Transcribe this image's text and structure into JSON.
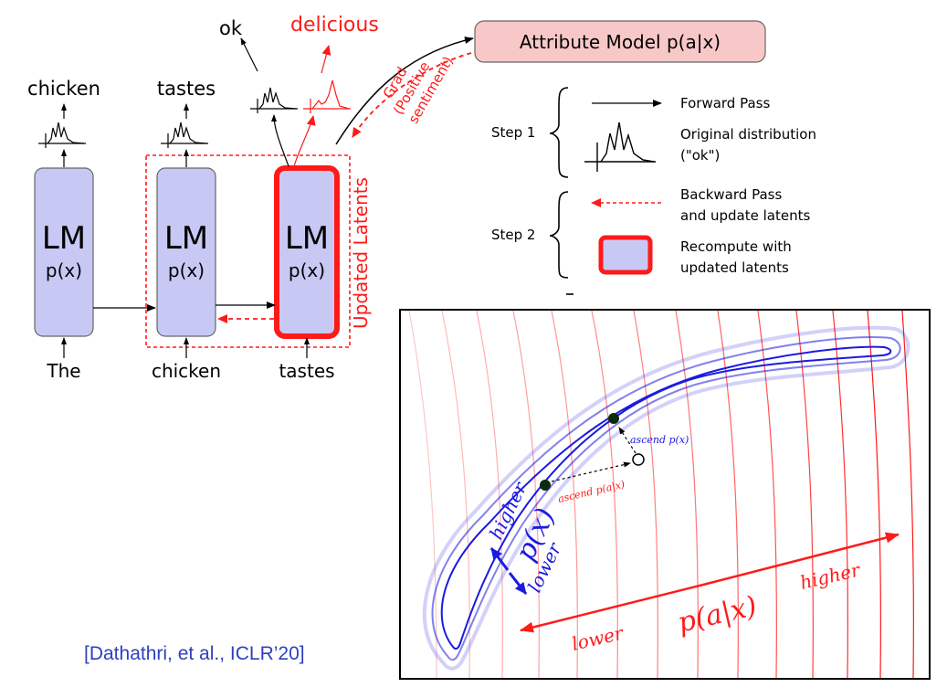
{
  "colors": {
    "lm_fill": "#c8c8f4",
    "accent_red": "#ff1a1a",
    "attr_fill": "#f8c8c8",
    "contour_blue": "#1a1ae0"
  },
  "lm_blocks": [
    {
      "title": "LM",
      "sub": "p(x)",
      "input": "The",
      "output": "chicken"
    },
    {
      "title": "LM",
      "sub": "p(x)",
      "input": "chicken",
      "output": "tastes"
    },
    {
      "title": "LM",
      "sub": "p(x)",
      "input": "tastes"
    }
  ],
  "outputs": {
    "original": "ok",
    "updated": "delicious"
  },
  "attribute_model": "Attribute Model p(a|x)",
  "grad_label": [
    "Grad",
    "(Positive",
    "sentiment)"
  ],
  "updated_latents": "Updated Latents",
  "legend": {
    "step1": "Step 1",
    "step2": "Step 2",
    "forward_pass": "Forward Pass",
    "original_distribution": [
      "Original distribution",
      "(\"ok\")"
    ],
    "backward_pass": [
      "Backward Pass",
      "and update latents"
    ],
    "recompute": [
      "Recompute with",
      "updated latents"
    ]
  },
  "plot": {
    "px_label": "p(x)",
    "px_higher": "higher",
    "px_lower": "lower",
    "pax_label": "p(a|x)",
    "pax_higher": "higher",
    "pax_lower": "lower",
    "ascend_px": "ascend p(x)",
    "ascend_pax": "ascend p(a|x)"
  },
  "citation": "[Dathathri, et al., ICLR’20]"
}
